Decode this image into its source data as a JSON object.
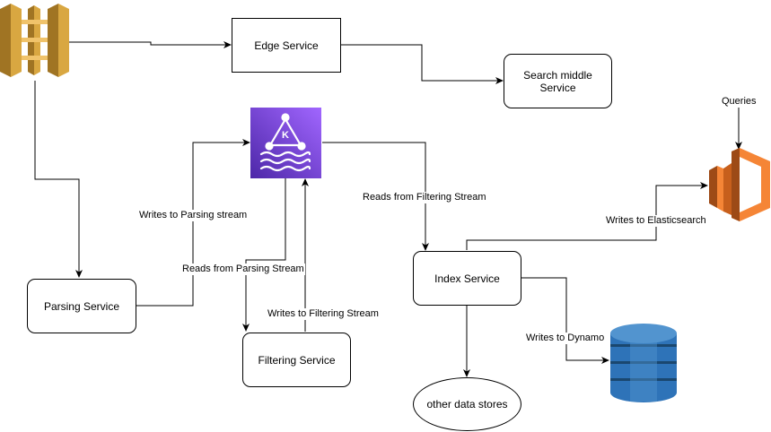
{
  "nodes": {
    "edge_service": "Edge Service",
    "search_middle_service_line1": "Search middle",
    "search_middle_service_line2": "Service",
    "parsing_service": "Parsing Service",
    "filtering_service": "Filtering Service",
    "index_service": "Index Service",
    "other_data_stores": "other data stores"
  },
  "edges": {
    "queries": "Queries",
    "writes_parsing": "Writes to Parsing stream",
    "reads_parsing": "Reads from Parsing Stream",
    "writes_filtering": "Writes to Filtering Stream",
    "reads_filtering": "Reads from Filtering Stream",
    "writes_elasticsearch": "Writes to Elasticsearch",
    "writes_dynamo": "Writes to Dynamo"
  },
  "icons": {
    "api_gateway": "api-gateway-icon",
    "kinesis": "kinesis-stream-icon",
    "elasticsearch": "elasticsearch-icon",
    "dynamodb": "dynamodb-icon"
  },
  "colors": {
    "api_gateway": "#d9a741",
    "kinesis": "#7b3ff2",
    "elasticsearch": "#f58536",
    "dynamodb": "#2e73b8"
  }
}
